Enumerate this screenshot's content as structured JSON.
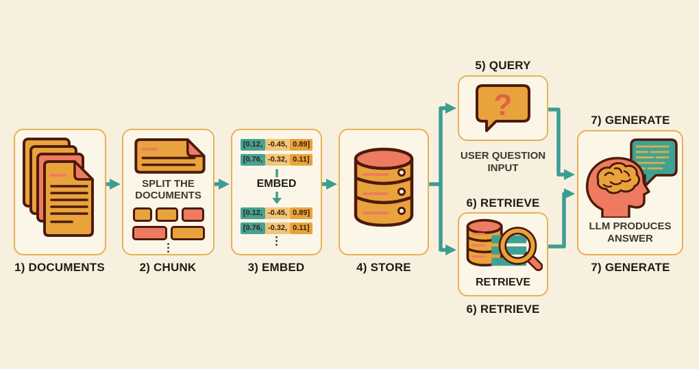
{
  "colors": {
    "background": "#F8F0DF",
    "panel_fill": "#FCF6E8",
    "panel_border": "#E5B157",
    "arrow_teal": "#3C9E93",
    "orange": "#E9A33C",
    "salmon": "#EE7B61",
    "chip_light_orange": "#F2C678",
    "chip_teal": "#45A295",
    "dark_outline": "#4D1A0B",
    "text_ink": "#201A10",
    "bubble_line_gold": "#D4AF4E"
  },
  "steps": {
    "documents": {
      "label": "1) DOCUMENTS",
      "icon": "documents-stack-icon"
    },
    "chunk": {
      "label": "2) CHUNK",
      "caption": "SPLIT THE DOCUMENTS",
      "ellipsis": "⋮",
      "icon": "document-page-icon"
    },
    "embed": {
      "label": "3) EMBED",
      "action_label": "EMBED",
      "ellipsis": "⋮",
      "vectors": [
        {
          "parts": [
            "[0.12,",
            "-0.45,",
            "0.89]"
          ]
        },
        {
          "parts": [
            "[0.76,",
            "-0.32,",
            "0.11]"
          ]
        }
      ]
    },
    "store": {
      "label": "4) STORE",
      "icon": "database-icon"
    },
    "query": {
      "title": "5) QUERY",
      "caption": "USER QUESTION INPUT",
      "icon": "question-bubble-icon"
    },
    "retrieve": {
      "title": "6) RETRIEVE",
      "inner_label": "RETRIEVE",
      "footer": "6) RETRIEVE",
      "icon": "database-search-icon"
    },
    "generate": {
      "title": "7) GENERATE",
      "caption": "LLM PRODUCES ANSWER",
      "footer": "7) GENERATE",
      "icons": [
        "head-brain-icon",
        "answer-bubble-icon"
      ]
    }
  }
}
